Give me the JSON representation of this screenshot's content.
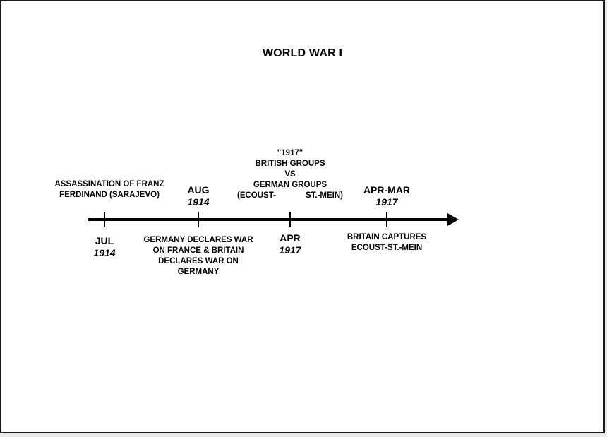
{
  "title": "WORLD WAR I",
  "events": {
    "jul_1914": {
      "month": "JUL",
      "year": "1914",
      "description": [
        "ASSASSINATION OF FRANZ",
        "FERDINAND (SARAJEVO)"
      ]
    },
    "aug_1914": {
      "month": "AUG",
      "year": "1914",
      "description": [
        "GERMANY DECLARES WAR",
        "ON FRANCE & BRITAIN",
        "DECLARES WAR ON",
        "GERMANY"
      ]
    },
    "apr_1917": {
      "month": "APR",
      "year": "1917",
      "description": [
        "\"1917\"",
        "BRITISH GROUPS",
        "VS",
        "GERMAN GROUPS"
      ],
      "description_split": [
        "(ECOUST-",
        "ST.-MEIN)"
      ]
    },
    "apr_mar_1917": {
      "month": "APR-MAR",
      "year": "1917",
      "description": [
        "BRITAIN CAPTURES",
        "ECOUST-ST.-MEIN"
      ]
    }
  }
}
